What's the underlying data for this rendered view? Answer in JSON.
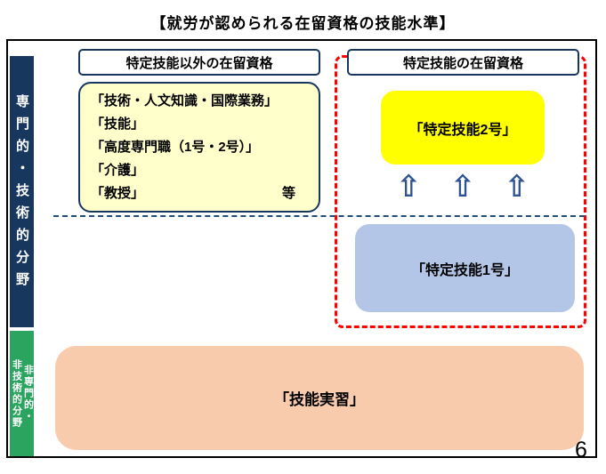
{
  "slide": {
    "title": "【就労が認められる在留資格の技能水準】",
    "page_number": "6"
  },
  "left_bars": {
    "professional_label": "専門的・技術的分野",
    "non_professional_line1": "非専門的・",
    "non_professional_line2": "非技術的分野"
  },
  "other_statuses": {
    "header": "特定技能以外の在留資格",
    "items": [
      "「技術・人文知識・国際業務」",
      "「技能」",
      "「高度専門職（1号・2号）」",
      "「介護」",
      "「教授」"
    ],
    "etc": "等"
  },
  "tokutei": {
    "header": "特定技能の在留資格",
    "no2_label": "「特定技能2号」",
    "no1_label": "「特定技能1号」",
    "arrow_char": "⇧"
  },
  "training": {
    "label": "「技能実習」"
  },
  "colors": {
    "navy": "#17375e",
    "green": "#2aa45f",
    "cream": "#ffffcc",
    "yellow": "#ffff00",
    "blue_gray": "#b4c6e7",
    "peach": "#f8cbad",
    "red_dashed": "#ff0000",
    "arrow_blue": "#2e5395"
  }
}
